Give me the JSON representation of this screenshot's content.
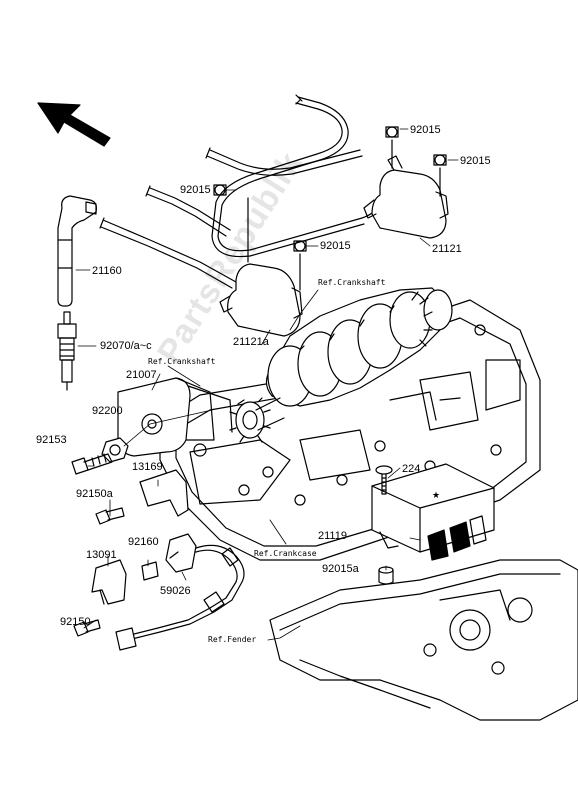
{
  "diagram": {
    "part_numbers": {
      "p92015_a": "92015",
      "p92015_b": "92015",
      "p92015_c": "92015",
      "p92015_d": "92015",
      "p21160": "21160",
      "p21121": "21121",
      "p21121a": "21121a",
      "p92070": "92070/a~c",
      "p21007": "21007",
      "p92200": "92200",
      "p92153": "92153",
      "p13169": "13169",
      "p92150a": "92150a",
      "p224": "224",
      "p21119": "21119",
      "p92015a": "92015a",
      "p13091": "13091",
      "p92160": "92160",
      "p92150": "92150",
      "p59026": "59026"
    },
    "references": {
      "crankshaft_upper": "Ref.Crankshaft",
      "crankshaft_left": "Ref.Crankshaft",
      "crankcase": "Ref.Crankcase",
      "fender": "Ref.Fender"
    },
    "watermark": "PartsRepublik",
    "colors": {
      "line": "#000000",
      "shade": "#1a1a1a",
      "background": "#ffffff"
    }
  }
}
